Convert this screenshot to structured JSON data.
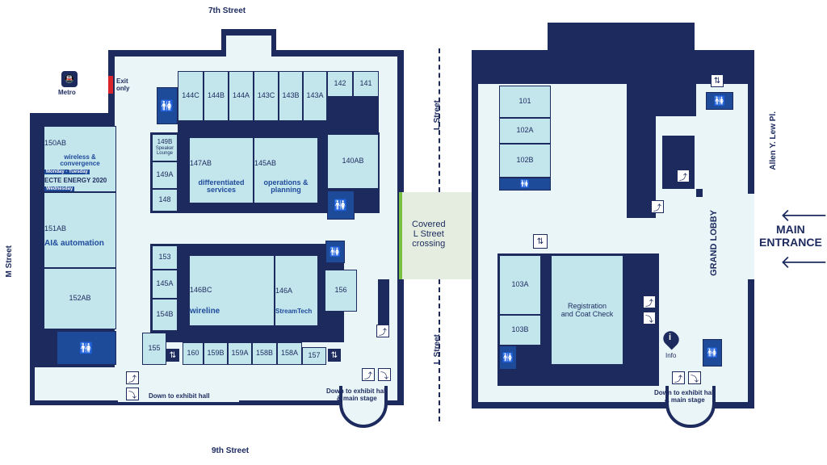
{
  "streets": {
    "top": "7th Street",
    "bottom": "9th Street",
    "left": "M Street",
    "middle_upper": "L Street",
    "middle_lower": "L Street",
    "right": "Allen Y. Lew Pl."
  },
  "labels": {
    "metro": "Metro",
    "exit_only": "Exit\nonly",
    "covered_crossing": "Covered\nL Street\ncrossing",
    "grand_lobby": "GRAND LOBBY",
    "main_entrance": "MAIN\nENTRANCE",
    "down_exhibit_hall": "Down to exhibit hall",
    "down_exhibit_main_left": "Down to exhibit hall\n& main stage",
    "down_exhibit_main_right": "Down to exhibit hall\n& main stage",
    "info": "Info",
    "registration": "Registration\nand Coat Check",
    "speaker_lounge": "Speaker\nLounge"
  },
  "rooms_west": {
    "r144C": "144C",
    "r144B": "144B",
    "r144A": "144A",
    "r143C": "143C",
    "r143B": "143B",
    "r143A": "143A",
    "r142": "142",
    "r141": "141",
    "r150AB": "150AB",
    "r151AB": "151AB",
    "r152AB": "152AB",
    "r149B": "149B",
    "r149A": "149A",
    "r148": "148",
    "r147AB": "147AB",
    "r145AB": "145AB",
    "r140AB": "140AB",
    "r153": "153",
    "r145A": "145A",
    "r154B": "154B",
    "r155": "155",
    "r146BC": "146BC",
    "r146A": "146A",
    "r156": "156",
    "r160": "160",
    "r159B": "159B",
    "r159A": "159A",
    "r158B": "158B",
    "r158A": "158A",
    "r157": "157"
  },
  "rooms_east": {
    "r101": "101",
    "r102A": "102A",
    "r102B": "102B",
    "r103A": "103A",
    "r103B": "103B"
  },
  "tracks": {
    "wireless": "wireless & convergence",
    "wireless_days": "Monday - Tuesday",
    "energy": "ECTE ENERGY 2020",
    "energy_day": "Wednesday",
    "ai": "AI& automation",
    "differentiated": "differentiated services",
    "operations": "operations & planning",
    "wireline": "wireline",
    "streamtech": "StreamTech"
  },
  "colors": {
    "navy": "#1c2a5e",
    "room": "#c3e6ed",
    "floor": "#eaf5f7",
    "restroom": "#1e4a9a",
    "crossing_green": "#7ac143",
    "exit_red": "#d9242b"
  }
}
